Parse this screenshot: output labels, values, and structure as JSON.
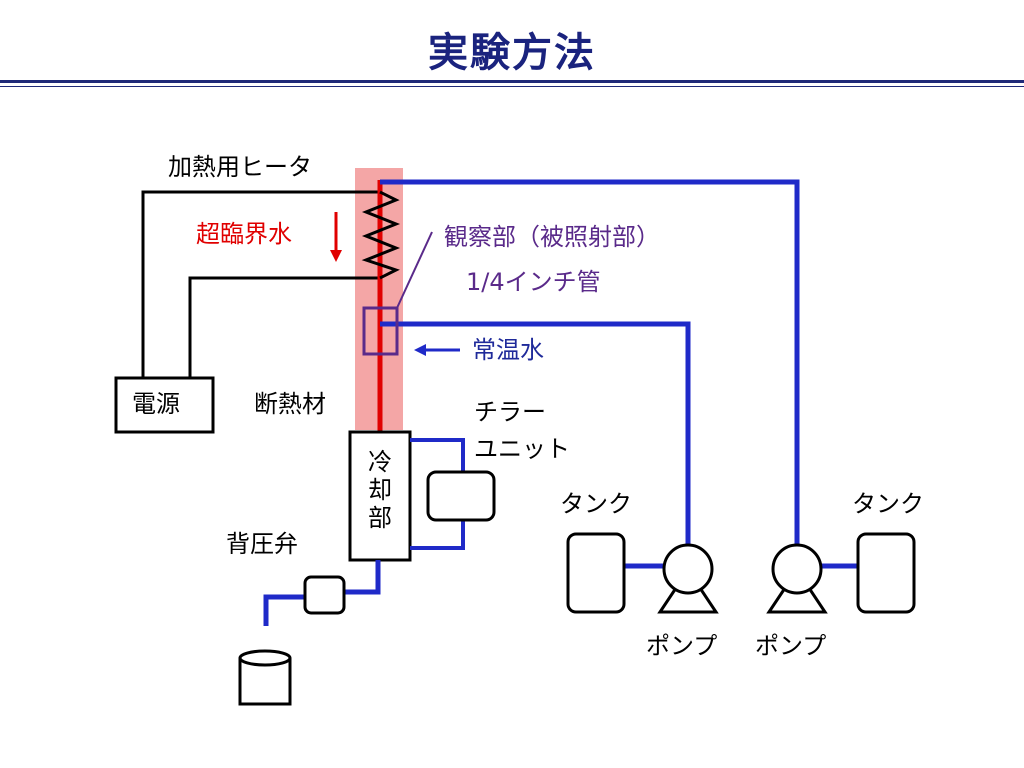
{
  "title": "実験方法",
  "labels": {
    "heater": "加熱用ヒータ",
    "supercritical_water": "超臨界水",
    "observation": "観察部（被照射部）",
    "tube": "1/4インチ管",
    "normal_water": "常温水",
    "power_supply": "電源",
    "insulation": "断熱材",
    "chiller_line1": "チラー",
    "chiller_line2": "ユニット",
    "cooling_section": "冷却部",
    "cooling_chars": [
      "冷",
      "却",
      "部"
    ],
    "back_pressure_valve": "背圧弁",
    "tank_left": "タンク",
    "tank_right": "タンク",
    "pump_left": "ポンプ",
    "pump_right": "ポンプ"
  },
  "colors": {
    "title": "#1a237e",
    "pipe_blue": "#1f2ac8",
    "pipe_red": "#e00000",
    "insulation_fill": "#f4a6a6",
    "observation_box": "#5a2a8a",
    "label_red": "#e00000",
    "label_purple": "#5a2a8a"
  }
}
